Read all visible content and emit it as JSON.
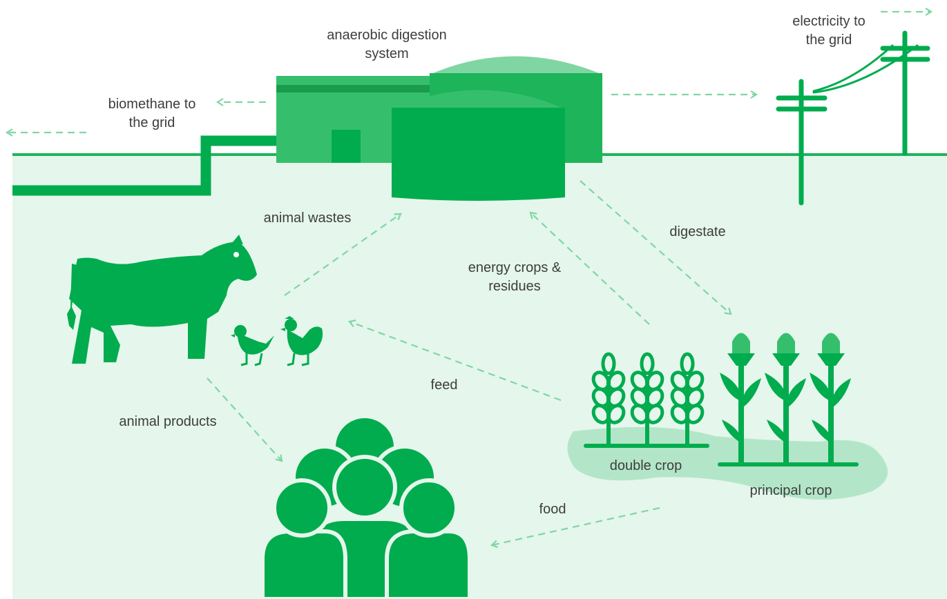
{
  "labels": {
    "anaerobic_digestion": "anaerobic digestion\nsystem",
    "biomethane": "biomethane to\nthe grid",
    "electricity": "electricity to\nthe grid",
    "animal_wastes": "animal wastes",
    "digestate": "digestate",
    "energy_crops": "energy crops &\nresidues",
    "feed": "feed",
    "animal_products": "animal products",
    "double_crop": "double crop",
    "principal_crop": "principal crop",
    "food": "food"
  },
  "colors": {
    "primary_green": "#00ac4e",
    "mid_green": "#1db45a",
    "light_green": "#7fd6a3",
    "ground_fill": "#e5f6ec",
    "field_fill": "#b3e6c8",
    "arrow_green": "#7fd6a3",
    "text": "#3d3d3d"
  }
}
